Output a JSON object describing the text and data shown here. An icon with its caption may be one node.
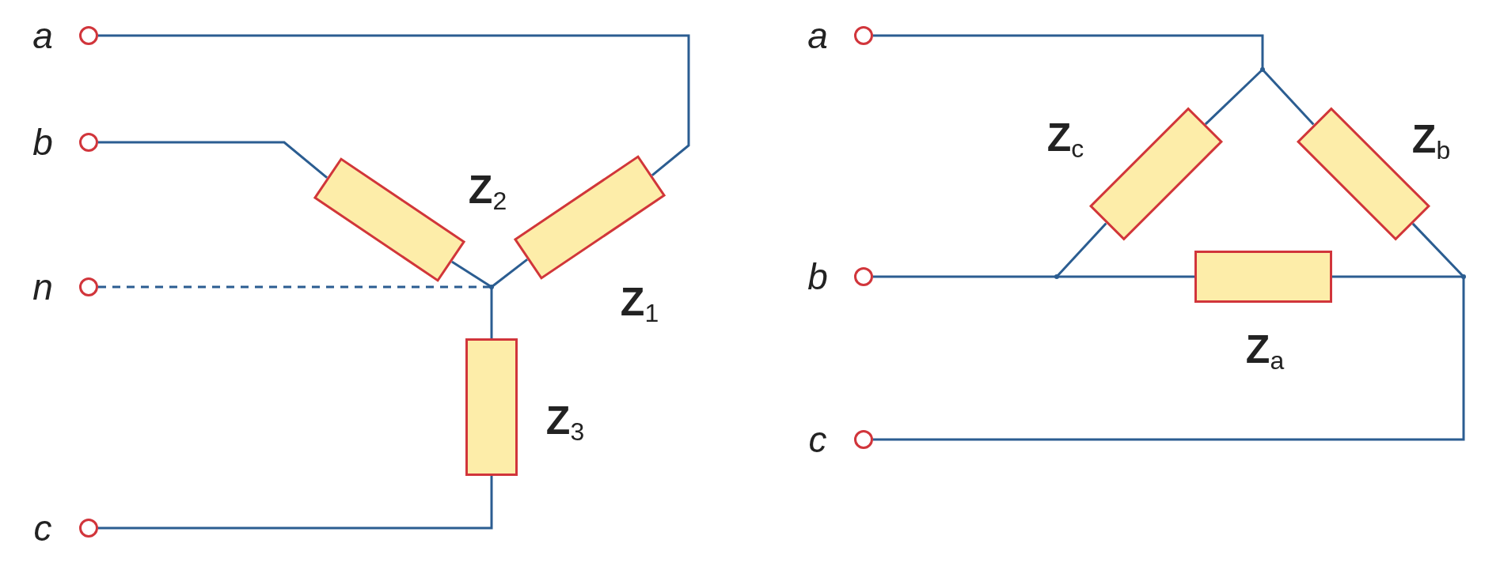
{
  "diagram": {
    "nodes": [
      {
        "text": [],
        "shape": "circle",
        "beside": [
          "a"
        ]
      },
      {
        "text": [],
        "shape": "circle",
        "beside": [
          "b"
        ]
      },
      {
        "text": [],
        "shape": "circle",
        "beside": [
          "n"
        ]
      },
      {
        "text": [],
        "shape": "circle",
        "beside": [
          "c"
        ]
      },
      {
        "text": [],
        "shape": "box",
        "beside": [
          "**Z**$_{2}$"
        ]
      },
      {
        "text": [],
        "shape": "box",
        "beside": [
          "**Z**$_{1}$"
        ]
      },
      {
        "text": [],
        "shape": "box",
        "beside": [
          "**Z**$_{3}$"
        ]
      },
      {
        "text": [],
        "shape": "dot"
      },
      {
        "text": [],
        "shape": "circle",
        "beside": [
          "a"
        ]
      },
      {
        "text": [],
        "shape": "circle",
        "beside": [
          "b"
        ]
      },
      {
        "text": [],
        "shape": "circle",
        "beside": [
          "c"
        ]
      },
      {
        "text": [],
        "shape": "box",
        "beside": [
          "**Z**$_{c}$"
        ]
      },
      {
        "text": [],
        "shape": "box",
        "beside": [
          "**Z**$_{b}$"
        ]
      },
      {
        "text": [],
        "shape": "box",
        "beside": [
          "**Z**$_{a}$"
        ]
      },
      {
        "text": [],
        "shape": "dot"
      },
      {
        "text": [],
        "shape": "dot"
      },
      {
        "text": [],
        "shape": "dot"
      }
    ],
    "edges": [
      {
        "from": 0,
        "to": 5,
        "arrow": "none"
      },
      {
        "from": 1,
        "to": 4,
        "arrow": "none"
      },
      {
        "from": 2,
        "to": 7,
        "arrow": "none",
        "style": "dashed"
      },
      {
        "from": 3,
        "to": 6,
        "arrow": "none"
      },
      {
        "from": 4,
        "to": 7,
        "arrow": "none"
      },
      {
        "from": 5,
        "to": 7,
        "arrow": "none"
      },
      {
        "from": 6,
        "to": 7,
        "arrow": "none"
      },
      {
        "from": 8,
        "to": 14,
        "arrow": "none"
      },
      {
        "from": 14,
        "to": 11,
        "arrow": "none"
      },
      {
        "from": 14,
        "to": 12,
        "arrow": "none"
      },
      {
        "from": 9,
        "to": 15,
        "arrow": "none"
      },
      {
        "from": 15,
        "to": 11,
        "arrow": "none"
      },
      {
        "from": 15,
        "to": 13,
        "arrow": "none"
      },
      {
        "from": 13,
        "to": 16,
        "arrow": "none"
      },
      {
        "from": 12,
        "to": 16,
        "arrow": "none"
      },
      {
        "from": 10,
        "to": 16,
        "arrow": "none"
      }
    ]
  }
}
